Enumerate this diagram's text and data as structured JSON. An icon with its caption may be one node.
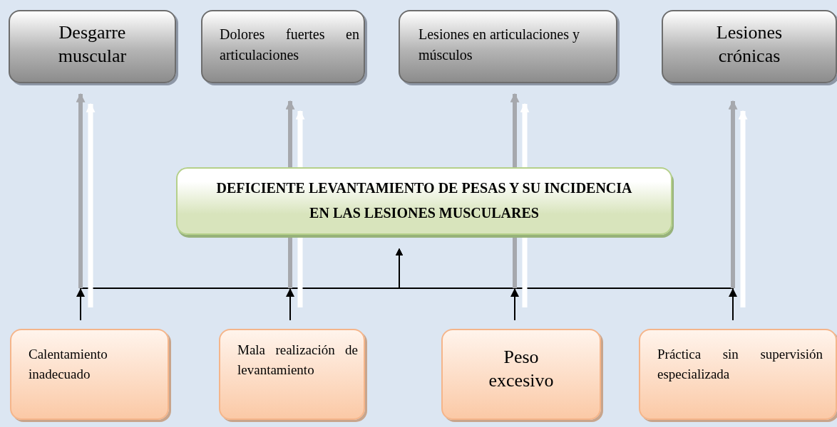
{
  "diagram": {
    "nodes": [
      {
        "text": [
          "Desgarre muscular"
        ]
      },
      {
        "text": [
          "Dolores fuertes en articulaciones"
        ]
      },
      {
        "text": [
          "Lesiones en articulaciones y músculos"
        ]
      },
      {
        "text": [
          "Lesiones crónicas"
        ]
      },
      {
        "text": [
          "DEFICIENTE LEVANTAMIENTO DE PESAS Y SU INCIDENCIA EN LAS LESIONES MUSCULARES"
        ]
      },
      {
        "text": [
          "Calentamiento inadecuado"
        ]
      },
      {
        "text": [
          "Mala realización de levantamiento"
        ]
      },
      {
        "text": [
          "Peso excesivo"
        ]
      },
      {
        "text": [
          "Práctica sin supervisión especializada"
        ]
      }
    ],
    "edges": [
      {
        "from": 5,
        "to": 4,
        "arrow": "to"
      },
      {
        "from": 6,
        "to": 4,
        "arrow": "to"
      },
      {
        "from": 7,
        "to": 4,
        "arrow": "to"
      },
      {
        "from": 8,
        "to": 4,
        "arrow": "to"
      },
      {
        "from": null,
        "to": 0,
        "arrow": "to",
        "style": "thick",
        "color": "#ffffff"
      },
      {
        "from": null,
        "to": 1,
        "arrow": "to",
        "style": "thick",
        "color": "#ffffff"
      },
      {
        "from": null,
        "to": 2,
        "arrow": "to",
        "style": "thick",
        "color": "#ffffff"
      },
      {
        "from": null,
        "to": 3,
        "arrow": "to",
        "style": "thick",
        "color": "#ffffff"
      }
    ]
  }
}
